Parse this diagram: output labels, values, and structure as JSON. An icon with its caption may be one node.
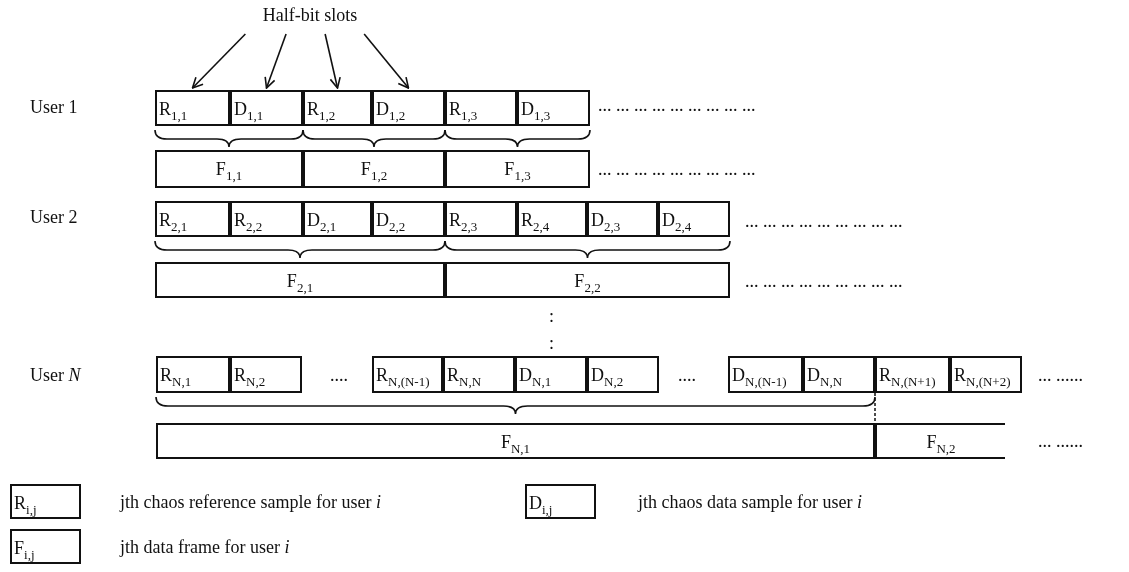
{
  "diagram": {
    "nodes": [
      {
        "text": [
          "Half-bit slots"
        ]
      },
      {
        "text": [
          "R$_{1,1}$"
        ]
      },
      {
        "text": [
          "D$_{1,1}$"
        ]
      },
      {
        "text": [
          "R$_{1,2}$"
        ]
      },
      {
        "text": [
          "D$_{1,2}$"
        ]
      },
      {
        "text": [
          "R$_{1,3}$"
        ]
      },
      {
        "text": [
          "D$_{1,3}$"
        ]
      },
      {
        "text": [
          "F$_{1,1}$"
        ]
      },
      {
        "text": [
          "F$_{1,2}$"
        ]
      },
      {
        "text": [
          "F$_{1,3}$"
        ]
      },
      {
        "text": [
          "R$_{2,1}$"
        ]
      },
      {
        "text": [
          "R$_{2,2}$"
        ]
      },
      {
        "text": [
          "D$_{2,1}$"
        ]
      },
      {
        "text": [
          "D$_{2,2}$"
        ]
      },
      {
        "text": [
          "R$_{2,3}$"
        ]
      },
      {
        "text": [
          "R$_{2,4}$"
        ]
      },
      {
        "text": [
          "D$_{2,3}$"
        ]
      },
      {
        "text": [
          "D$_{2,4}$"
        ]
      },
      {
        "text": [
          "F$_{2,1}$"
        ]
      },
      {
        "text": [
          "F$_{2,2}$"
        ]
      },
      {
        "text": [
          "R$_{N,1}$"
        ]
      },
      {
        "text": [
          "R$_{N,2}$"
        ]
      },
      {
        "text": [
          "R$_{N,(N-1)}$"
        ]
      },
      {
        "text": [
          "R$_{N,N}$"
        ]
      },
      {
        "text": [
          "D$_{N,1}$"
        ]
      },
      {
        "text": [
          "D$_{N,2}$"
        ]
      },
      {
        "text": [
          "D$_{N,(N-1)}$"
        ]
      },
      {
        "text": [
          "D$_{N,N}$"
        ]
      },
      {
        "text": [
          "R$_{N,(N+1)}$"
        ]
      },
      {
        "text": [
          "R$_{N,(N+2)}$"
        ]
      },
      {
        "text": [
          "F$_{N,1}$"
        ]
      },
      {
        "text": [
          "F$_{N,2}$"
        ]
      },
      {
        "text": [
          "R$_{i,j}$"
        ],
        "beside": [
          "jth chaos reference sample for user *i*"
        ]
      },
      {
        "text": [
          "D$_{i,j}$"
        ],
        "beside": [
          "jth chaos data sample for user *i*"
        ]
      },
      {
        "text": [
          "F$_{i,j}$"
        ],
        "beside": [
          "jth data frame for user *i*"
        ]
      }
    ],
    "edges": [
      {
        "from": 0,
        "to": 1,
        "arrow": "to"
      },
      {
        "from": 0,
        "to": 2,
        "arrow": "to"
      },
      {
        "from": 0,
        "to": 3,
        "arrow": "to"
      },
      {
        "from": 0,
        "to": 4,
        "arrow": "to"
      }
    ],
    "labels": [
      "User 1",
      "... ... ... ... ... ... ... ... ...",
      "... ... ... ... ... ... ... ... ...",
      "User 2",
      "... ... ... ... ... ... ... ... ...",
      "... ... ... ... ... ... ... ... ...",
      ":",
      ":",
      "User *N*",
      "....",
      "....",
      "... ......",
      "... ......"
    ]
  }
}
